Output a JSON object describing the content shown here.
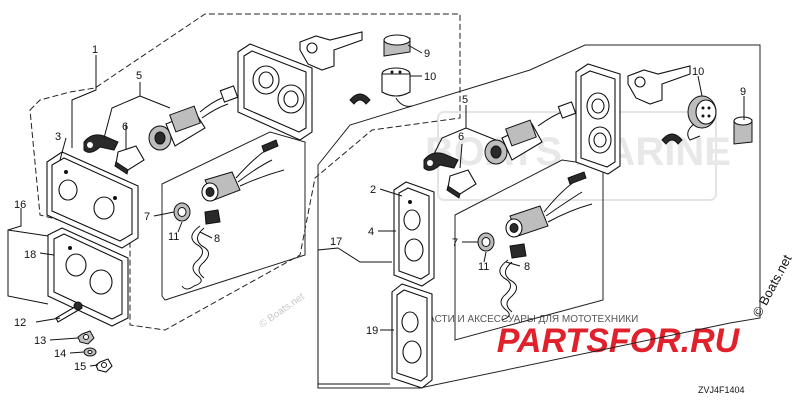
{
  "diagram": {
    "callouts": [
      "1",
      "2",
      "3",
      "4",
      "5",
      "6",
      "7",
      "8",
      "9",
      "10",
      "11",
      "12",
      "13",
      "14",
      "15",
      "16",
      "17",
      "18",
      "19"
    ],
    "drawing_code": "ZVJ4F1404"
  },
  "watermarks": {
    "brand_logo": "BOATS MARINE",
    "shop_name": "PARTSFOR.RU",
    "shop_tagline": "ЗАПЧАСТИ И АКСЕССУАРЫ ДЛЯ МОТОТЕХНИКИ",
    "site_corner": "© Boats.net",
    "site_small": "© Boats.net"
  },
  "colors": {
    "ink": "#111111",
    "shop_red": "#e0202a",
    "watermark": "#d6d6d6"
  }
}
